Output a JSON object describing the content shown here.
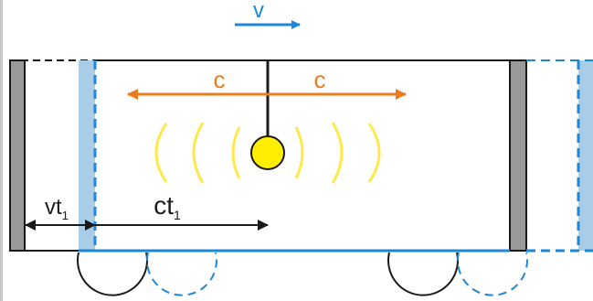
{
  "labels": {
    "velocity": "v",
    "light_speed_left": "c",
    "light_speed_right": "c",
    "dist_v": "vt",
    "dist_v_sub": "1",
    "dist_c": "ct",
    "dist_c_sub": "1"
  },
  "colors": {
    "frame_black": "#1a1a1a",
    "moving_blue": "#1e88d8",
    "wall_gray": "#999999",
    "wall_blue": "#a9cde6",
    "light_orange": "#e87c1e",
    "lamp_yellow": "#ffee00",
    "wave_yellow": "#ffe84a"
  }
}
